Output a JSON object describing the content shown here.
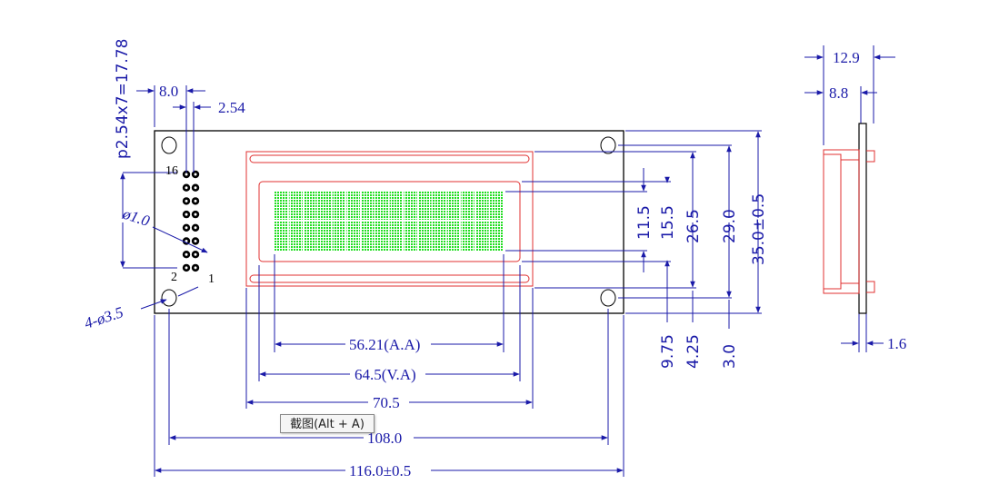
{
  "dims": {
    "pitch": "p2.54x7=17.78",
    "pin_margin": "8.0",
    "pin_pitch": "2.54",
    "pin_dia": "ø1.0",
    "hole_dia": "4-ø3.5",
    "aa_width": "56.21(A.A)",
    "va_width": "64.5(V.A)",
    "bezel_width": "70.5",
    "hole_spacing_x": "108.0",
    "pcb_width": "116.0±0.5",
    "aa_height": "11.5",
    "va_height": "15.5",
    "bezel_height": "26.5",
    "hole_spacing_y": "29.0",
    "pcb_height": "35.0±0.5",
    "aa_offset": "9.75",
    "va_offset": "4.25",
    "hole_offset": "3.0",
    "side_total": "12.9",
    "side_module": "8.8",
    "side_pcb": "1.6"
  },
  "pins": {
    "first": "16",
    "last_even": "2",
    "last_odd": "1"
  },
  "colors": {
    "dimension": "#1a1aa8",
    "outline": "#000000",
    "bezel": "#e03030",
    "pixels": "#22dd22"
  },
  "tooltip": {
    "text": "截图(Alt + A)"
  }
}
